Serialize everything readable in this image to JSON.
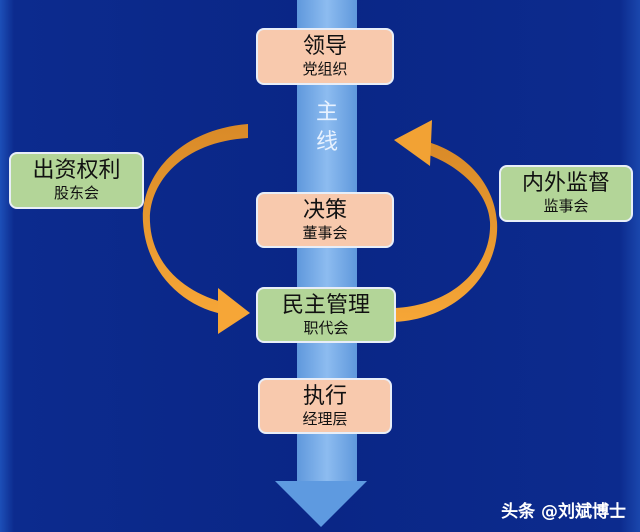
{
  "main_line": {
    "label_1": "主",
    "label_2": "线"
  },
  "boxes": [
    {
      "title": "领导",
      "subtitle": "党组织"
    },
    {
      "title": "决策",
      "subtitle": "董事会"
    },
    {
      "title": "民主管理",
      "subtitle": "职代会"
    },
    {
      "title": "执行",
      "subtitle": "经理层"
    },
    {
      "title": "出资权利",
      "subtitle": "股东会"
    },
    {
      "title": "内外监督",
      "subtitle": "监事会"
    }
  ],
  "watermark": "头条 @刘斌博士",
  "colors": {
    "background": "#0a2686",
    "main_line": "#6ea4e2",
    "arrow": "#f0a030",
    "peach": "#f8c9ad",
    "green": "#b3d598"
  }
}
